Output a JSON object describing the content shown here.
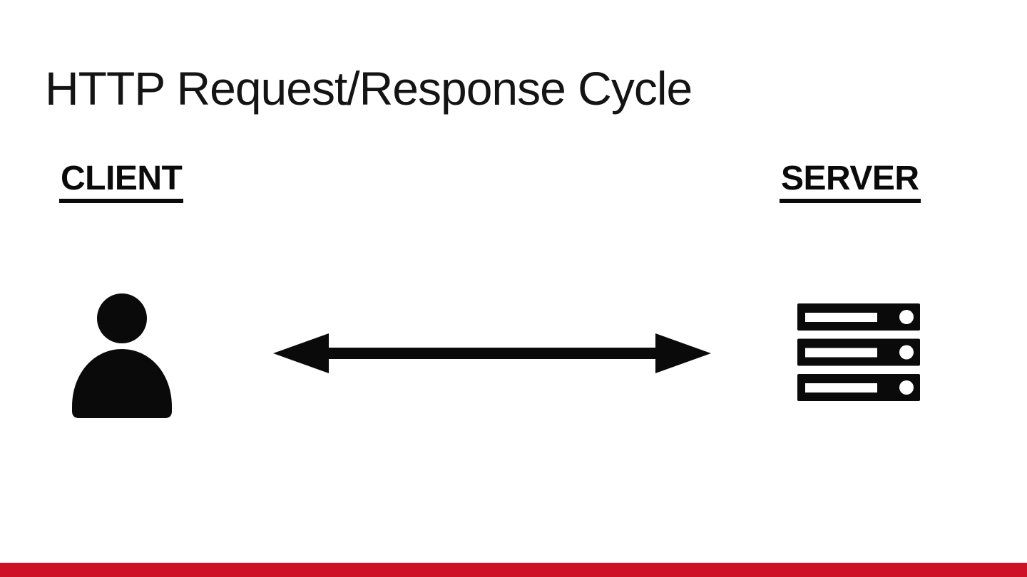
{
  "slide": {
    "title": "HTTP Request/Response Cycle",
    "background_color": "#FFFFFF",
    "foreground_color": "#0A0A0A",
    "accent_bar_color": "#CE1126"
  },
  "diagram": {
    "type": "client-server",
    "nodes": [
      {
        "id": "client",
        "label": "CLIENT",
        "icon": "person-icon"
      },
      {
        "id": "server",
        "label": "SERVER",
        "icon": "server-stack-icon"
      }
    ],
    "edges": [
      {
        "from": "client",
        "to": "server",
        "bidirectional": true,
        "icon": "double-arrow-icon"
      }
    ]
  }
}
